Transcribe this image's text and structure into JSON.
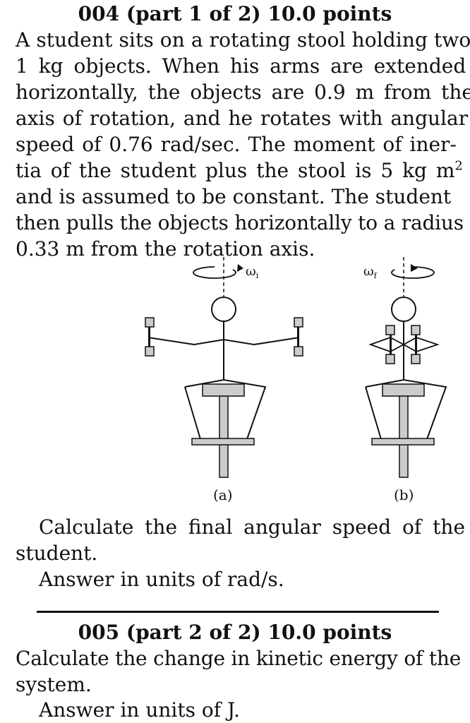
{
  "q1": {
    "header": "004 (part 1 of 2) 10.0 points",
    "lines": [
      "A student sits on a rotating stool holding two",
      "1 kg objects.  When his arms are extended",
      "horizontally, the objects are 0.9 m from the",
      "axis of rotation, and he rotates with angular",
      "speed of 0.76 rad/sec.  The moment of iner-",
      "tia of the student plus the stool is 5 kg m",
      "and is assumed to be constant.  The student",
      "then pulls the objects horizontally to a radius",
      "0.33 m from the rotation axis."
    ],
    "exponent": "2",
    "question_line1": "Calculate the final angular speed of the",
    "question_line2": "student.",
    "answer": "Answer in units of  rad/s."
  },
  "figure": {
    "omega_i": "ω",
    "omega_i_sub": "i",
    "omega_f": "ω",
    "omega_f_sub": "f",
    "label_a": "(a)",
    "label_b": "(b)"
  },
  "q2": {
    "header": "005 (part 2 of 2) 10.0 points",
    "question_line1": "Calculate the change in kinetic energy of the",
    "question_line2": "system.",
    "answer": "Answer in units of  J."
  }
}
